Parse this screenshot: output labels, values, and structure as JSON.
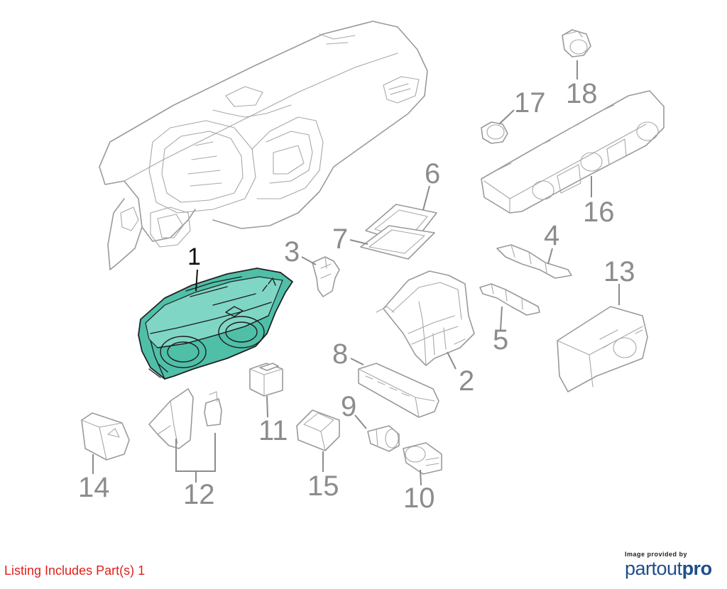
{
  "diagram": {
    "selected_part": "1",
    "part_labels": {
      "p1": "1",
      "p2": "2",
      "p3": "3",
      "p4": "4",
      "p5": "5",
      "p6": "6",
      "p7": "7",
      "p8": "8",
      "p9": "9",
      "p10": "10",
      "p11": "11",
      "p12": "12",
      "p13": "13",
      "p14": "14",
      "p15": "15",
      "p16": "16",
      "p17": "17",
      "p18": "18"
    },
    "highlight_color": "#4fbfa8",
    "label_color": "#8c8c8c"
  },
  "footer": {
    "listing_text": "Listing Includes Part(s) 1",
    "listing_color": "#e0201b",
    "credit_small": "Image provided by",
    "credit_logo_part1": "partout",
    "credit_logo_part2": "pro"
  }
}
